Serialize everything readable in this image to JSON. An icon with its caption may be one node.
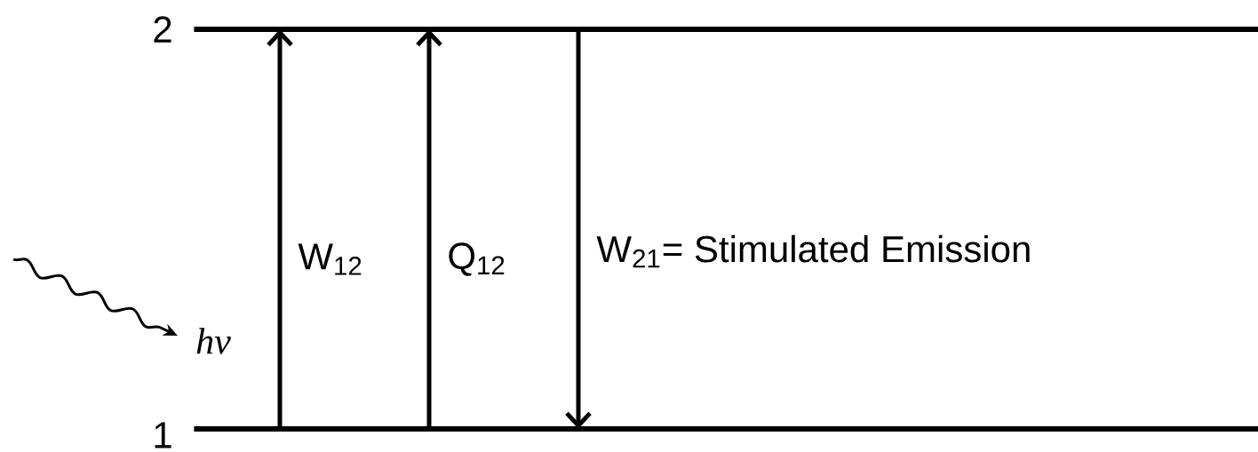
{
  "diagram": {
    "nodes": [
      {
        "text": [],
        "shape": "bar",
        "beside": [
          "2"
        ]
      },
      {
        "text": [],
        "shape": "bar",
        "beside": [
          "1"
        ]
      }
    ],
    "edges": [
      {
        "from": 1,
        "to": 0,
        "arrow": "to",
        "label": "W$_{12}$"
      },
      {
        "from": 1,
        "to": 0,
        "arrow": "to",
        "label": "Q$_{12}$"
      },
      {
        "from": 0,
        "to": 1,
        "arrow": "to",
        "label": "W$_{21}$= Stimulated Emission"
      }
    ],
    "labels": [
      "hν"
    ]
  }
}
